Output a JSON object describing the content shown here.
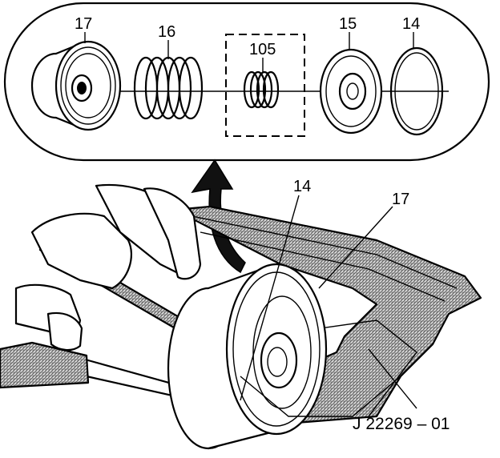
{
  "callouts": {
    "detail_part_17": "17",
    "detail_part_16": "16",
    "detail_part_105": "105",
    "detail_part_15": "15",
    "detail_part_14": "14",
    "main_part_14": "14",
    "main_part_17": "17"
  },
  "tool_label": "J 22269 – 01",
  "colors": {
    "ink": "#000000",
    "background": "#ffffff",
    "hatch": "#7a7a7a"
  }
}
